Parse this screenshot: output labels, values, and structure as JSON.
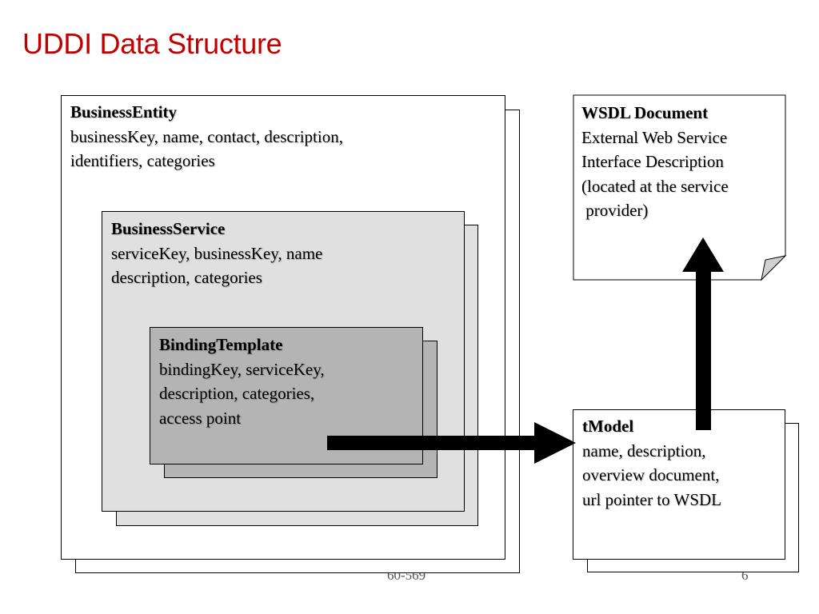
{
  "slide": {
    "title": "UDDI Data Structure",
    "footer_left": "60-569",
    "footer_right": "6"
  },
  "business_entity": {
    "heading": "BusinessEntity",
    "lines": [
      "businessKey, name, contact, description,",
      "identifiers, categories"
    ]
  },
  "business_service": {
    "heading": "BusinessService",
    "lines": [
      "serviceKey, businessKey, name",
      "description, categories"
    ]
  },
  "binding_template": {
    "heading": "BindingTemplate",
    "lines": [
      "bindingKey, serviceKey,",
      "description, categories,",
      "access point"
    ]
  },
  "wsdl_document": {
    "heading": "WSDL Document",
    "lines": [
      "External Web Service",
      "Interface Description",
      "(located at the service",
      " provider)"
    ]
  },
  "tmodel": {
    "heading": "tModel",
    "lines": [
      "name, description,",
      "overview document,",
      "url pointer to WSDL"
    ]
  },
  "colors": {
    "title": "#c00000",
    "entity_fill": "#ffffff",
    "service_fill": "#e0e0e0",
    "binding_fill": "#b4b4b4",
    "arrow": "#000000"
  }
}
